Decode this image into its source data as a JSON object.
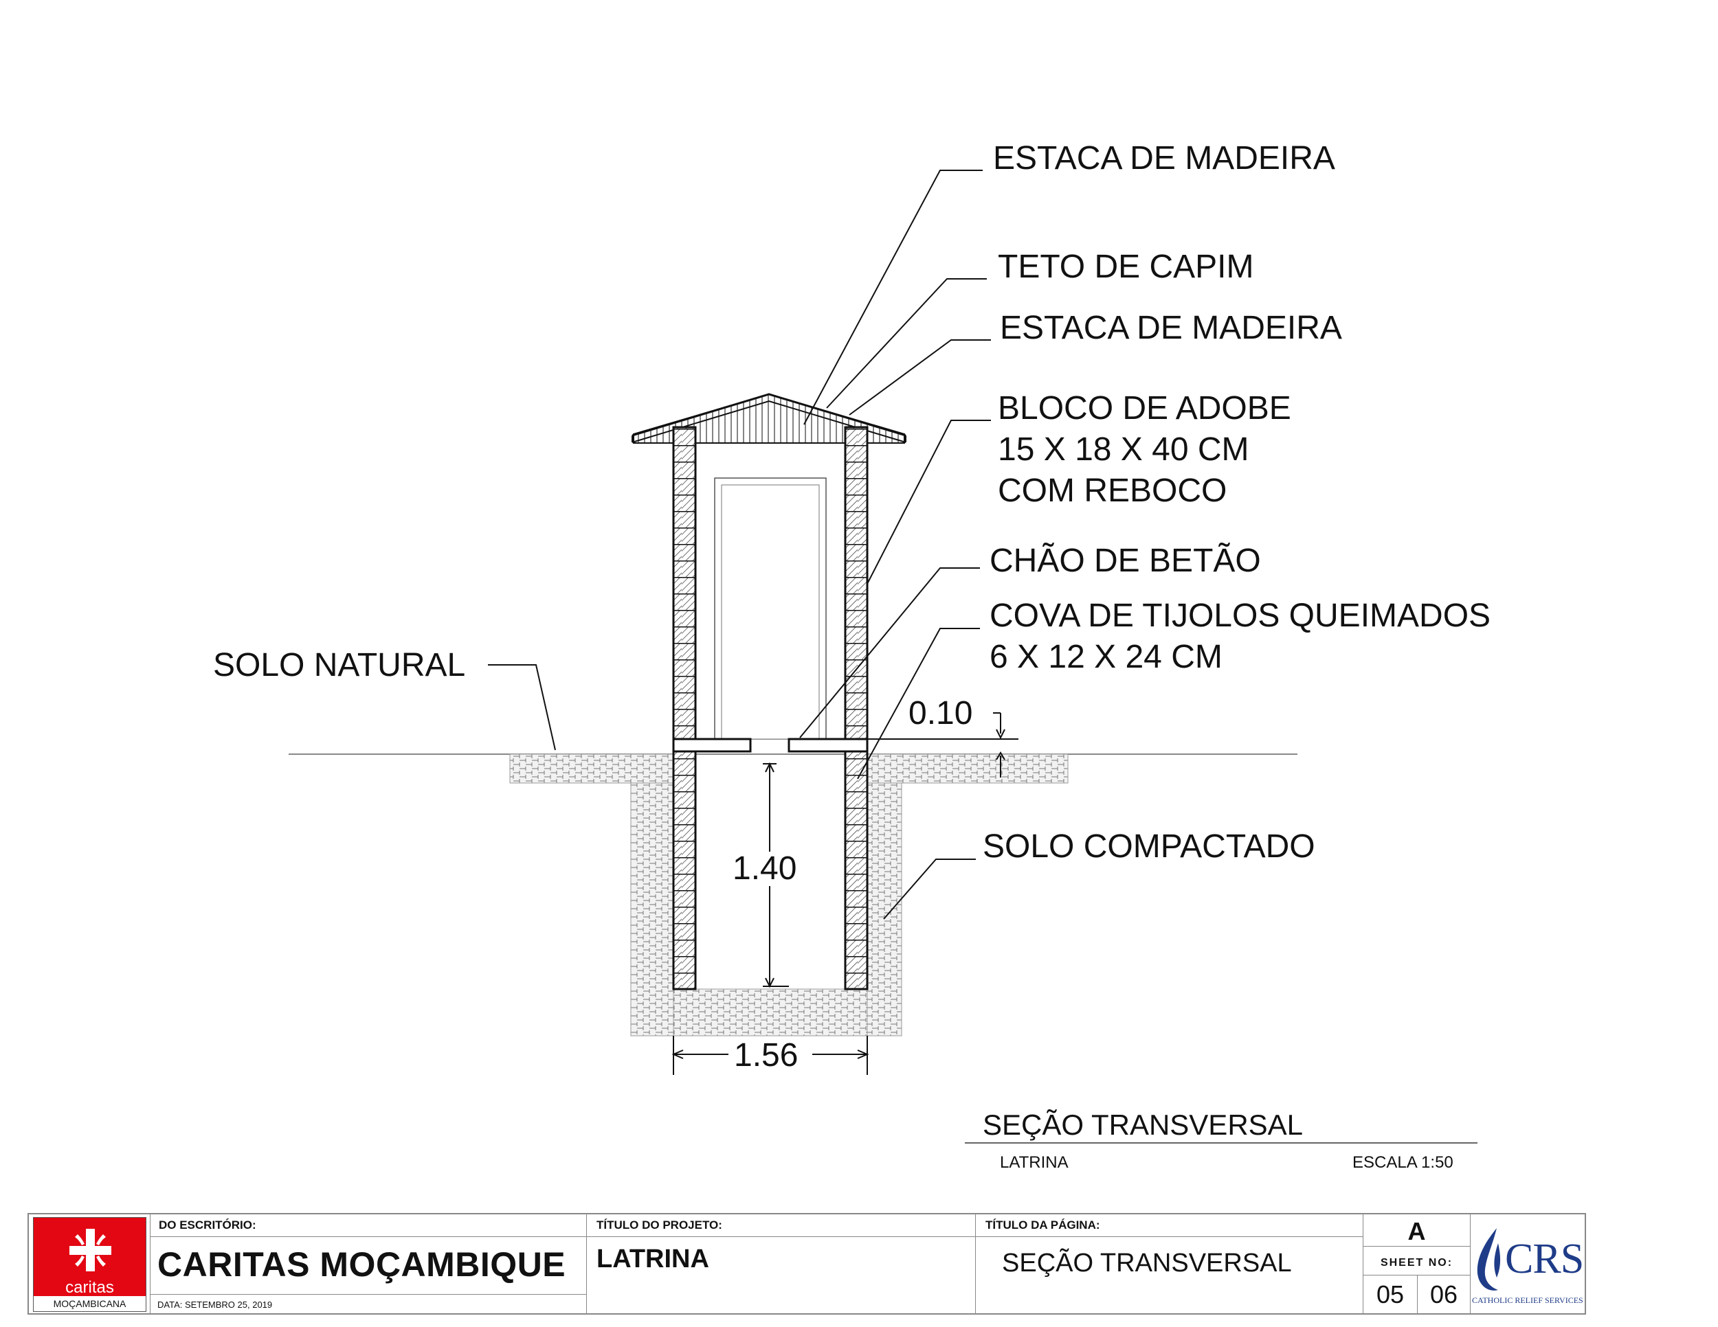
{
  "callouts": {
    "estaca_top": "ESTACA DE MADEIRA",
    "teto": "TETO DE CAPIM",
    "estaca_mid": "ESTACA DE MADEIRA",
    "bloco_line1": "BLOCO DE ADOBE",
    "bloco_line2": "15 X 18 X 40 CM",
    "bloco_line3": "COM REBOCO",
    "chao": "CHÃO DE BETÃO",
    "cova_line1": "COVA DE TIJOLOS QUEIMADOS",
    "cova_line2": "6 X 12 X 24 CM",
    "solo_natural": "SOLO NATURAL",
    "solo_compactado": "SOLO COMPACTADO"
  },
  "dimensions": {
    "slab": "0.10",
    "depth": "1.40",
    "width": "1.56"
  },
  "view": {
    "title": "SEÇÃO TRANSVERSAL",
    "subtitle": "LATRINA",
    "scale": "ESCALA 1:50"
  },
  "title_block": {
    "office_label": "DO ESCRITÓRIO:",
    "office_value": "CARITAS MOÇAMBIQUE",
    "date": "DATA: SETEMBRO 25, 2019",
    "project_label": "TÍTULO DO PROJETO:",
    "project_value": "LATRINA",
    "page_label": "TÍTULO DA PÁGINA:",
    "page_value": "SEÇÃO TRANSVERSAL",
    "size": "A",
    "sheet_label": "SHEET NO:",
    "sheet_no": "05",
    "sheet_total": "06",
    "caritas_logo_text": "caritas",
    "caritas_logo_sub": "MOÇAMBICANA",
    "crs_logo_text": "CRS",
    "crs_logo_sub": "CATHOLIC RELIEF SERVICES"
  },
  "colors": {
    "caritas_red": "#e30613",
    "crs_blue": "#1f3c88"
  }
}
